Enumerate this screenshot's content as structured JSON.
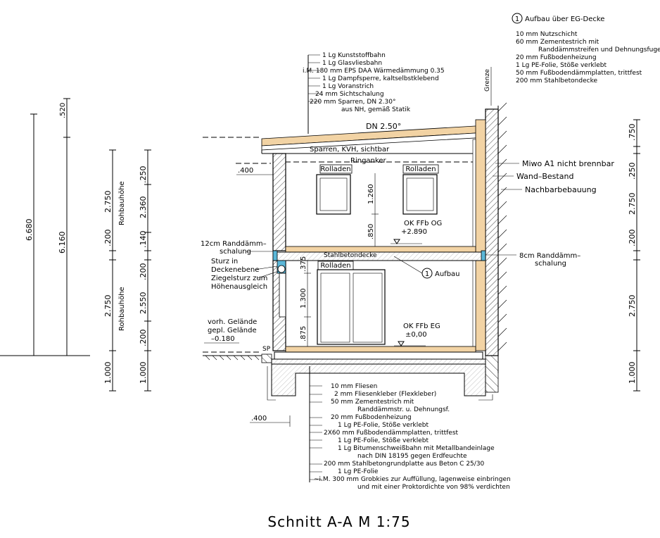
{
  "title": "Schnitt A-A M 1:75",
  "header_note": {
    "number": "1",
    "label": "Aufbau über EG-Decke"
  },
  "floor_layers": [
    "10 mm Nutzschicht",
    "60 mm Zementestrich mit",
    "Randdämmstreifen und Dehnungsfugen",
    "20 mm Fußbodenheizung",
    "1 Lg   PE-Folie, Stöße verklebt",
    "50 mm Fußbodendämmplatten, trittfest",
    "200 mm Stahlbetondecke"
  ],
  "roof_layers": [
    "1 Lg  Kunststoffbahn",
    "1 Lg  Glasvliesbahn",
    "i.M. 180 mm EPS DAA Wärmedämmung 0.35",
    "1 Lg  Dampfsperre, kaltselbstklebend",
    "1 Lg  Voranstrich",
    "24 mm  Sichtschalung",
    "220 mm  Sparren, DN 2.30°",
    "aus NH, gemäß Statik"
  ],
  "base_layers": [
    "10 mm  Fliesen",
    "2 mm  Fliesenkleber (Flexkleber)",
    "50 mm  Zementestrich mit",
    "Randdämmstr. u. Dehnungsf.",
    "20 mm  Fußbodenheizung",
    "1 Lg   PE-Folie, Stöße verklebt",
    "2X60 mm  Fußbodendämmplatten, trittfest",
    "1 Lg   PE-Folie, Stöße verklebt",
    "1 Lg   Bitumenschweißbahn mit Metallbandeinlage",
    "nach DIN 18195 gegen Erdfeuchte",
    "200 mm  Stahlbetongrundplatte aus Beton C 25/30",
    "1 Lg   PE-Folie",
    "~i.M. 300 mm  Grobkies zur Auffüllung, lagenweise einbringen",
    "und mit einer Proktordichte von 98% verdichten"
  ],
  "labels": {
    "grenze": "Grenze",
    "dn": "DN 2.50°",
    "sparren": "Sparren, KVH, sichtbar",
    "ringanker": "Ringanker",
    "rolladen": "Rolladen",
    "stahlbetondecke": "Stahlbetondecke",
    "aufbau": "Aufbau",
    "aufbau_num": "1",
    "miwo": "Miwo A1 nicht brennbar",
    "wand": "Wand–Bestand",
    "nachbar": "Nachbarbebauung",
    "randdaemm8_1": "8cm Randdämm–",
    "randdaemm8_2": "schalung",
    "randdaemm12_1": "12cm Randdämm–",
    "randdaemm12_2": "schalung",
    "sturz1": "Sturz in",
    "sturz2": "Deckenebene",
    "sturz3": "Ziegelsturz zum",
    "sturz4": "Höhenausgleich",
    "okffb_og1": "OK FFb OG",
    "okffb_og2": "+2.890",
    "okffb_eg1": "OK FFb EG",
    "okffb_eg2": "±0,00",
    "gelaende1": "vorh. Gelände",
    "gelaende2": "gepl. Gelände",
    "gelaende3": "–0.180",
    "sp": "SP",
    "rohbau1": "Rohbauhöhe",
    "rohbau2": "Rohbauhöhe"
  },
  "dims": {
    "d400a": ".400",
    "d400b": ".400",
    "d1260": "1.260",
    "d850": ".850",
    "d375": ".375",
    "d1300": "1.300",
    "d875": ".875",
    "d6680": "6.680",
    "d6160": "6.160",
    "d520": ".520",
    "l2750a": "2.750",
    "l200a": ".200",
    "l2750b": "2.750",
    "l1000a": "1.000",
    "m250": ".250",
    "m2360": "2.360",
    "m140": ".140",
    "m200a": ".200",
    "m2550": "2.550",
    "m200b": ".200",
    "m1000": "1.000",
    "r750": ".750",
    "r250": ".250",
    "r2750a": "2.750",
    "r200": ".200",
    "r2750b": "2.750",
    "r1000": "1.000"
  }
}
